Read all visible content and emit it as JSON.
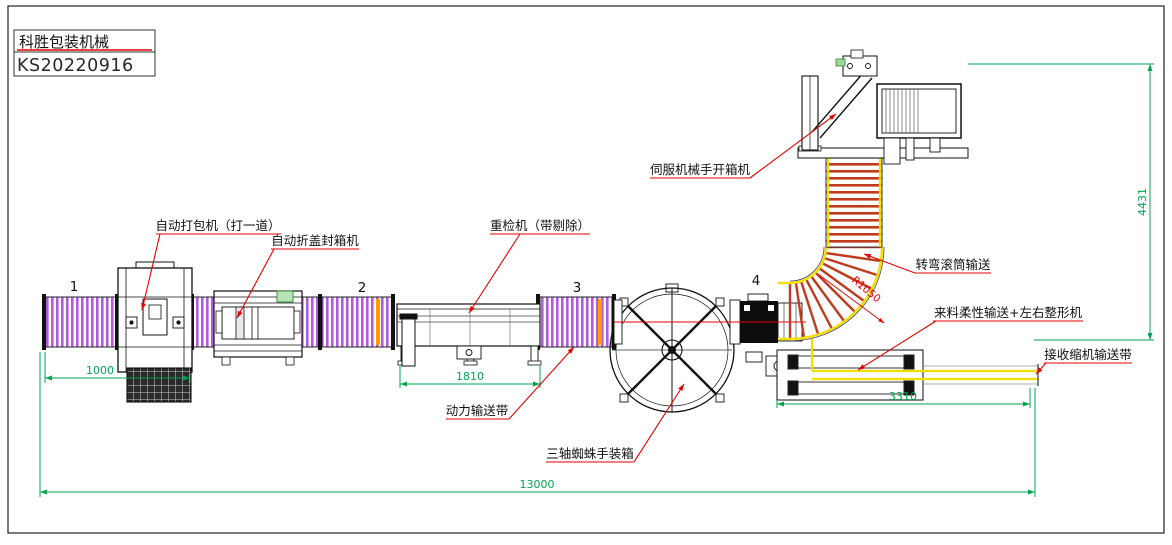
{
  "title_block": {
    "company": "科胜包装机械",
    "drawing_no": "KS20220916"
  },
  "section_numbers": {
    "n1": "1",
    "n2": "2",
    "n3": "3",
    "n4": "4"
  },
  "labels": {
    "auto_strapper": "自动打包机（打一道）",
    "auto_sealer": "自动折盖封箱机",
    "checkweigher": "重检机（带剔除）",
    "servo_case_erector": "伺服机械手开箱机",
    "curve_roller_conveyor": "转弯滚筒输送",
    "infeed_flex_shaper": "来料柔性输送+左右整形机",
    "shrink_connect_conveyor": "接收缩机输送带",
    "power_conveyor": "动力输送带",
    "spider_case_packer": "三轴蜘蛛手装箱"
  },
  "dimensions": {
    "infeed_length": "1000",
    "checkweigher_length": "1810",
    "shaper_length": "3310",
    "total_length": "13000",
    "vertical_run": "4431",
    "curve_radius": "R1050"
  },
  "colors": {
    "green": "#00a651",
    "red": "#e60000",
    "purple": "#b45ae0",
    "yellow": "#f2de00",
    "orange": "#ff9c00",
    "roller-red": "#c03a1e"
  }
}
